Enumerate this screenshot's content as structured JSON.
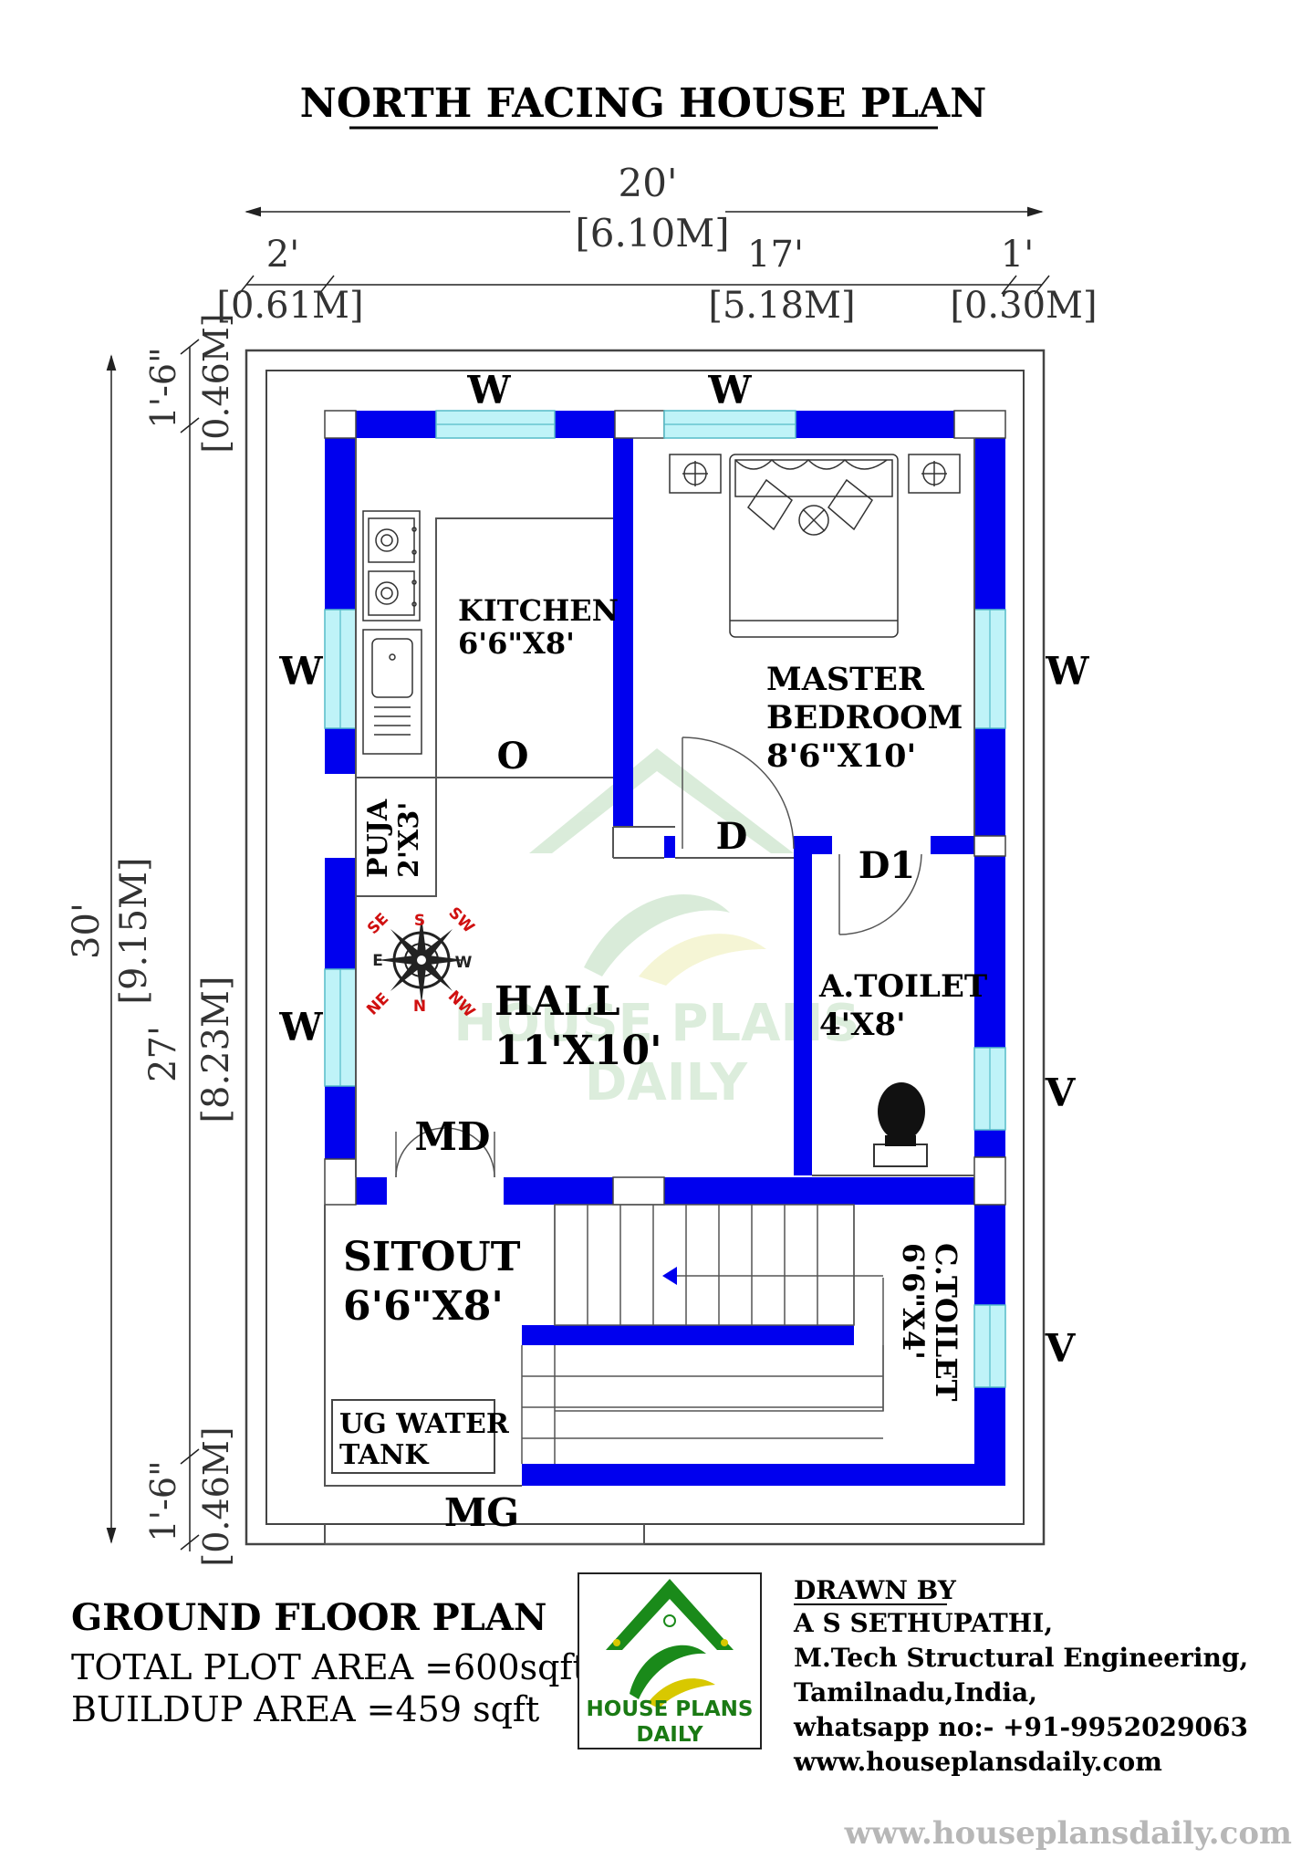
{
  "title": "NORTH FACING HOUSE PLAN",
  "dimensions": {
    "overall_width_ft": "20'",
    "overall_width_m": "[6.10M]",
    "left_offset_ft": "2'",
    "left_offset_m": "[0.61M]",
    "middle_width_ft": "17'",
    "middle_width_m": "[5.18M]",
    "right_offset_ft": "1'",
    "right_offset_m": "[0.30M]",
    "overall_depth_ft": "30'",
    "overall_depth_m": "[9.15M]",
    "top_offset_ft": "1'-6\"",
    "top_offset_m": "[0.46M]",
    "inner_depth_ft": "27'",
    "inner_depth_m": "[8.23M]",
    "bottom_offset_ft": "1'-6\"",
    "bottom_offset_m": "[0.46M]"
  },
  "rooms": {
    "kitchen_name": "KITCHEN",
    "kitchen_size": "6'6\"X8'",
    "master_name1": "MASTER",
    "master_name2": "BEDROOM",
    "master_size": "8'6\"X10'",
    "puja_name": "PUJA",
    "puja_size": "2'X3'",
    "hall_name": "HALL",
    "hall_size": "11'X10'",
    "atoilet_name": "A.TOILET",
    "atoilet_size": "4'X8'",
    "sitout_name": "SITOUT",
    "sitout_size": "6'6\"X8'",
    "ctoilet_name": "C.TOILET",
    "ctoilet_size": "6'6\"X4'",
    "ugtank_line1": "UG WATER",
    "ugtank_line2": "TANK"
  },
  "openings": {
    "window": "W",
    "ventilator": "V",
    "opening": "O",
    "door": "D",
    "door1": "D1",
    "main_door": "MD",
    "main_gate": "MG"
  },
  "compass": {
    "s": "S",
    "se": "SE",
    "sw": "SW",
    "e": "E",
    "w": "W",
    "ne": "NE",
    "n": "N",
    "nw": "NW"
  },
  "watermark": {
    "line1": "HOUSE PLANS",
    "line2": "DAILY"
  },
  "footer": {
    "plan_name": "GROUND FLOOR PLAN",
    "plot_area": "TOTAL PLOT AREA =600sqft",
    "buildup_area": "BUILDUP AREA =459 sqft",
    "logo_line1": "HOUSE PLANS",
    "logo_line2": "DAILY",
    "drawn_by": "DRAWN BY",
    "author": "A S SETHUPATHI,",
    "degree": "M.Tech Structural Engineering,",
    "location": "Tamilnadu,India,",
    "whatsapp": "whatsapp no:- +91-9952029063",
    "website": "www.houseplansdaily.com",
    "watermark_url": "www.houseplansdaily.com"
  },
  "colors": {
    "wall": "#0000ee",
    "window_glass": "#bff3f8",
    "logo_green": "#1a7a14",
    "compass_red": "#d01010"
  }
}
